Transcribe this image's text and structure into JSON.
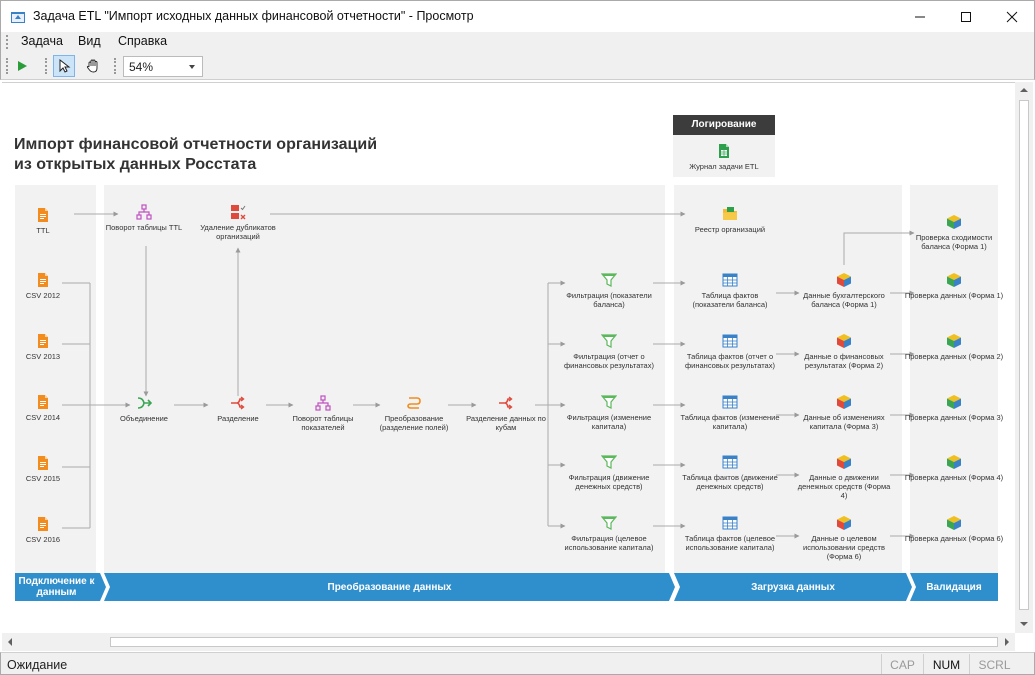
{
  "window": {
    "title": "Задача ETL \"Импорт исходных данных финансовой отчетности\" - Просмотр"
  },
  "menu": [
    {
      "label": "Задача"
    },
    {
      "label": "Вид"
    },
    {
      "label": "Справка"
    }
  ],
  "toolbar": {
    "zoom": "54%"
  },
  "diagram": {
    "title_line1": "Импорт финансовой отчетности организаций",
    "title_line2": "из открытых данных Росстата",
    "logging": {
      "header": "Логирование",
      "journal": "Журнал задачи ETL"
    },
    "stages": {
      "connect": "Подключение к данным",
      "transform": "Преобразование данных",
      "load": "Загрузка данных",
      "validate": "Валидация"
    },
    "sources": {
      "ttl": "TTL",
      "csv2012": "CSV 2012",
      "csv2013": "CSV 2013",
      "csv2014": "CSV 2014",
      "csv2015": "CSV 2015",
      "csv2016": "CSV 2016"
    },
    "transform": {
      "pivot_ttl": "Поворот таблицы TTL",
      "dedupe": "Удаление дубликатов организаций",
      "union": "Объединение",
      "split": "Разделение",
      "pivot_ind": "Поворот таблицы показателей",
      "convert": "Преобразование (разделение полей)",
      "split_cubes": "Разделение данных по кубам"
    },
    "filters": {
      "f1": "Фильтрация (показатели баланса)",
      "f2": "Фильтрация (отчет о финансовых результатах)",
      "f3": "Фильтрация (изменение капитала)",
      "f4": "Фильтрация (движение денежных средств)",
      "f5": "Фильтрация (целевое использование капитала)"
    },
    "load": {
      "registry": "Реестр организаций",
      "t1": "Таблица фактов (показатели баланса)",
      "t2": "Таблица фактов (отчет о финансовых результатах)",
      "t3": "Таблица фактов (изменение капитала)",
      "t4": "Таблица фактов (движение денежных средств)",
      "t5": "Таблица фактов (целевое использование капитала)",
      "c1": "Данные бухгалтерского баланса (Форма 1)",
      "c2": "Данные о финансовых результатах (Форма 2)",
      "c3": "Данные об изменениях капитала (Форма 3)",
      "c4": "Данные о движении денежных средств (Форма 4)",
      "c5": "Данные о целевом использовании средств (Форма 6)"
    },
    "validation": {
      "v0": "Проверка сходимости баланса (Форма 1)",
      "v1": "Проверка данных (Форма 1)",
      "v2": "Проверка данных (Форма 2)",
      "v3": "Проверка данных (Форма 3)",
      "v4": "Проверка данных (Форма 4)",
      "v5": "Проверка данных (Форма 6)"
    }
  },
  "status": {
    "text": "Ожидание",
    "cap": "CAP",
    "num": "NUM",
    "scrl": "SCRL"
  },
  "colors": {
    "accent": "#2f8fcc",
    "file": "#f28c1e",
    "filter": "#5cb85c",
    "pivot": "#c14fc1",
    "split": "#e04a3c",
    "union": "#3aa655",
    "table": "#3a82c8"
  }
}
